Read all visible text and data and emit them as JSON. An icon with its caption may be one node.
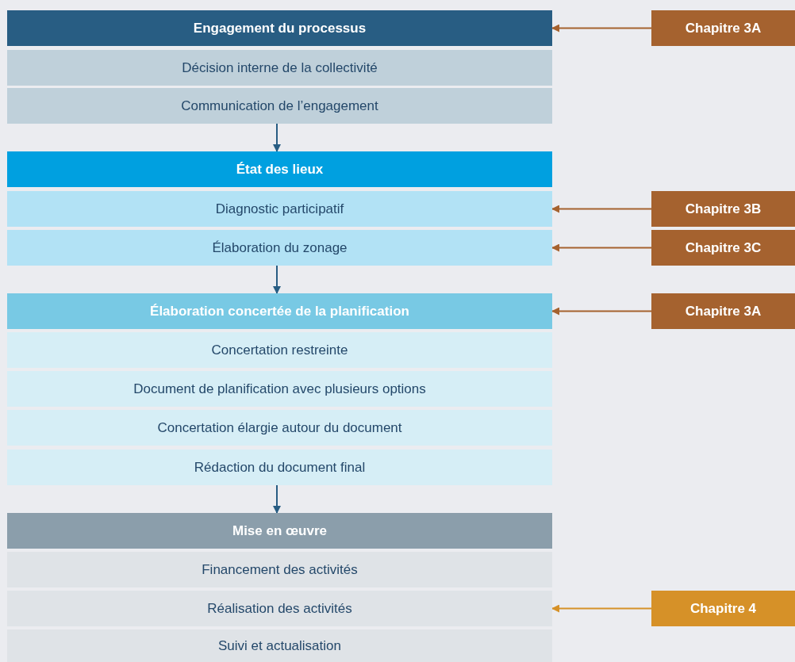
{
  "diagram": {
    "nodes": [
      {
        "text": [
          "Engagement du processus"
        ]
      },
      {
        "text": [
          "Chapitre 3A"
        ]
      },
      {
        "text": [
          "Décision interne de la collectivité"
        ]
      },
      {
        "text": [
          "Communication de l’engagement"
        ]
      },
      {
        "text": [
          "État des lieux"
        ]
      },
      {
        "text": [
          "Diagnostic participatif"
        ]
      },
      {
        "text": [
          "Chapitre 3B"
        ]
      },
      {
        "text": [
          "Élaboration du zonage"
        ]
      },
      {
        "text": [
          "Chapitre 3C"
        ]
      },
      {
        "text": [
          "Élaboration concertée de la planification"
        ]
      },
      {
        "text": [
          "Chapitre 3A"
        ]
      },
      {
        "text": [
          "Concertation restreinte"
        ]
      },
      {
        "text": [
          "Document de planification avec plusieurs options"
        ]
      },
      {
        "text": [
          "Concertation élargie autour du document"
        ]
      },
      {
        "text": [
          "Rédaction du document final"
        ]
      },
      {
        "text": [
          "Mise en œuvre"
        ]
      },
      {
        "text": [
          "Financement des activités"
        ]
      },
      {
        "text": [
          "Réalisation des activités"
        ]
      },
      {
        "text": [
          "Chapitre 4"
        ]
      },
      {
        "text": [
          "Suivi et actualisation"
        ]
      }
    ],
    "edges": [
      {
        "from": 1,
        "to": 0,
        "arrow": "to"
      },
      {
        "from": 3,
        "to": 4,
        "arrow": "to",
        "color": "#285d83"
      },
      {
        "from": 6,
        "to": 5,
        "arrow": "to"
      },
      {
        "from": 8,
        "to": 7,
        "arrow": "to"
      },
      {
        "from": 7,
        "to": 9,
        "arrow": "to",
        "color": "#285d83"
      },
      {
        "from": 10,
        "to": 9,
        "arrow": "to"
      },
      {
        "from": 14,
        "to": 15,
        "arrow": "to",
        "color": "#285d83"
      },
      {
        "from": 18,
        "to": 17,
        "arrow": "to",
        "color": "#d69128"
      }
    ]
  }
}
